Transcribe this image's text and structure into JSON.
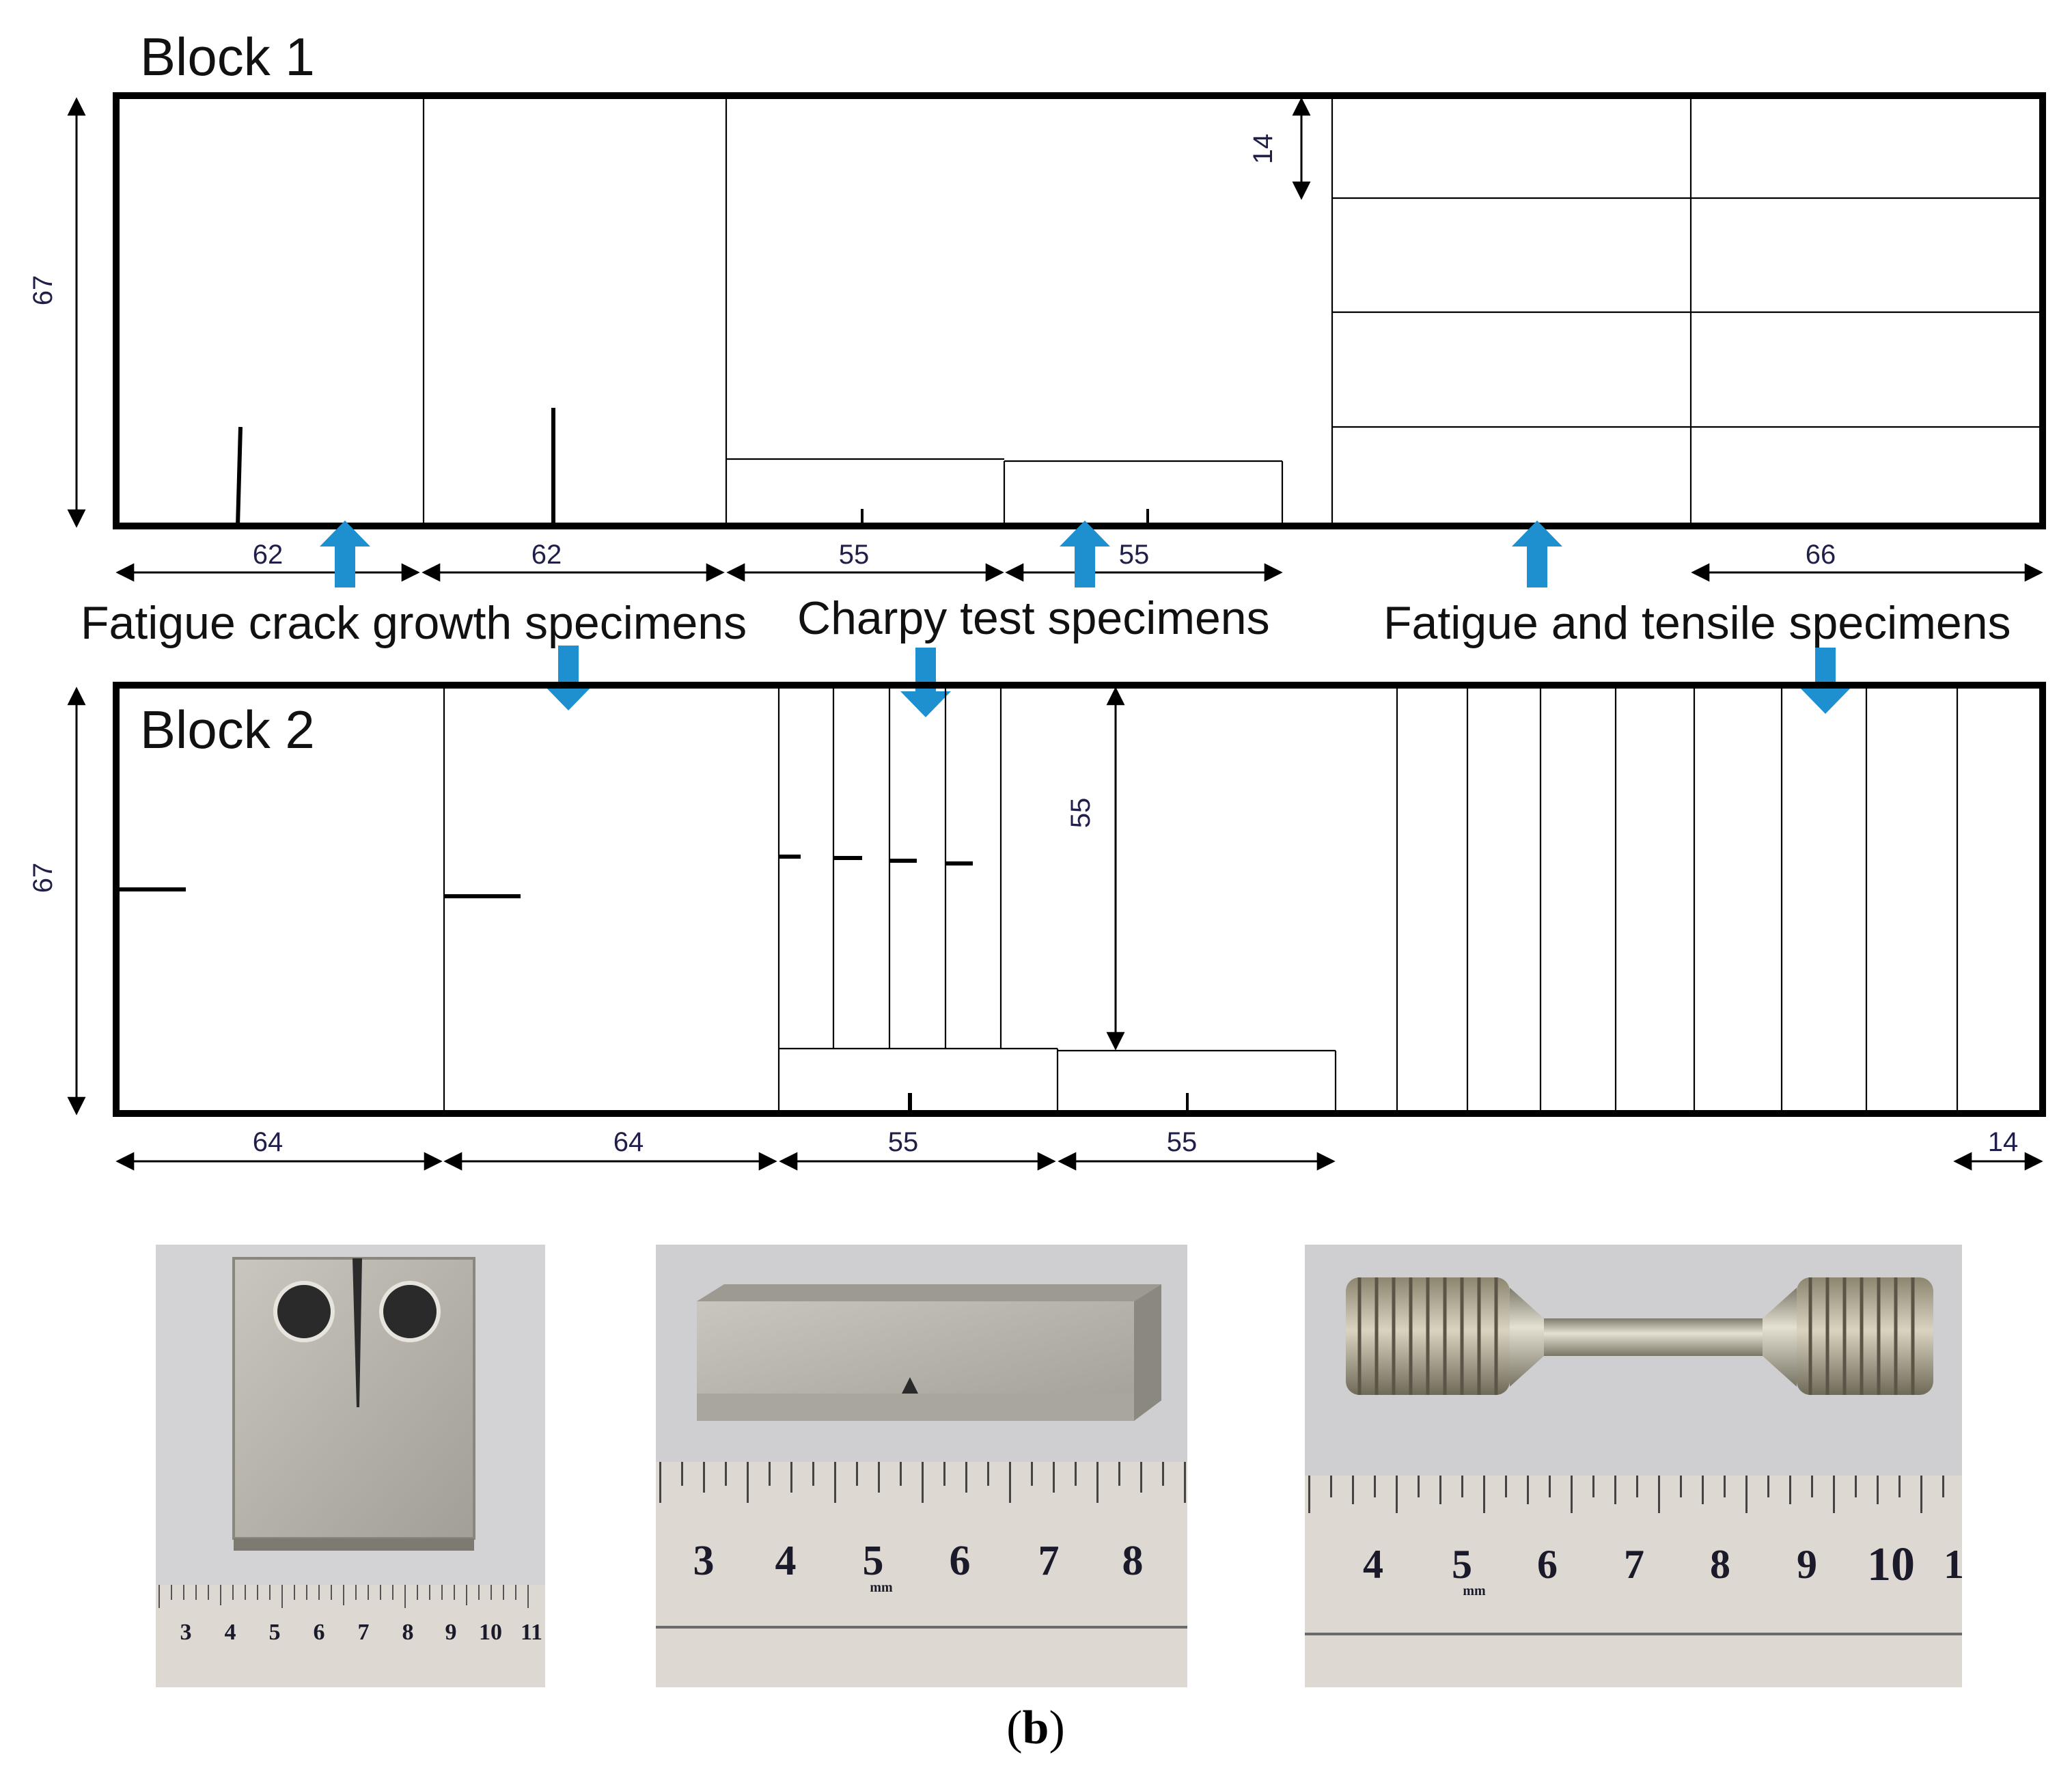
{
  "block1": {
    "title": "Block 1",
    "height": "67",
    "slot_height": "14",
    "widths": [
      "62",
      "62",
      "55",
      "55",
      "66"
    ]
  },
  "block2": {
    "title": "Block 2",
    "height": "67",
    "charpy_length": "55",
    "widths": [
      "64",
      "64",
      "55",
      "55",
      "14"
    ]
  },
  "groups": {
    "fatigue_crack": "Fatigue crack growth specimens",
    "charpy": "Charpy test specimens",
    "fatigue_tensile": "Fatigue and tensile specimens"
  },
  "photos": {
    "ruler1": [
      "3",
      "4",
      "5",
      "6",
      "7",
      "8",
      "9",
      "10",
      "11"
    ],
    "ruler2": [
      "3",
      "4",
      "5",
      "6",
      "7",
      "8"
    ],
    "ruler3": [
      "4",
      "5",
      "6",
      "7",
      "8",
      "9",
      "10",
      "1"
    ],
    "mm": "mm"
  },
  "subcaption": "(b)",
  "colors": {
    "arrow": "#1e8fcf",
    "ink": "#000000",
    "photo_bg": "#cfcfd1",
    "ruler": "#ddd8d2"
  }
}
